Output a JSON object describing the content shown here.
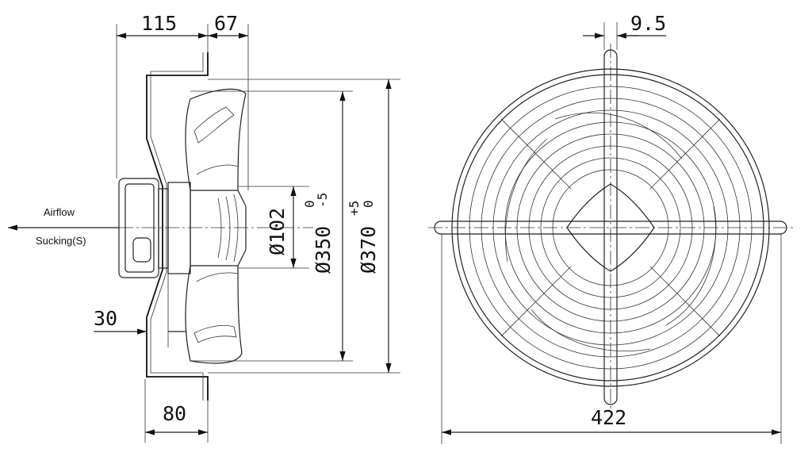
{
  "side_view": {
    "dim_115": "115",
    "dim_67": "67",
    "dim_30": "30",
    "dim_80": "80",
    "dia_102": "Ø102",
    "dia_350": "Ø350",
    "dia_350_tol_upper": "0",
    "dia_350_tol_lower": "-5",
    "dia_370": "Ø370",
    "dia_370_tol_upper": "+5",
    "dia_370_tol_lower": "0",
    "airflow_label": "Airflow",
    "sucking_label": "Sucking(S)"
  },
  "front_view": {
    "dim_9_5": "9.5",
    "dim_422": "422"
  }
}
